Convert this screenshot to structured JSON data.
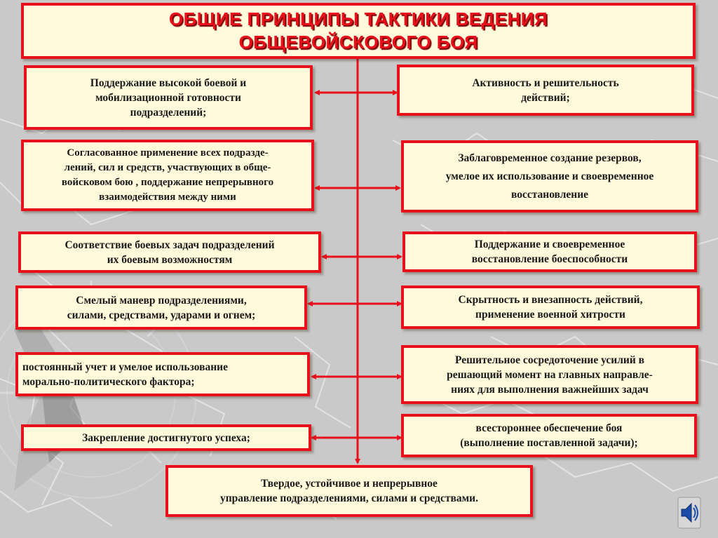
{
  "title": {
    "line1": "ОБЩИЕ ПРИНЦИПЫ  ТАКТИКИ  ВЕДЕНИЯ",
    "line2": "ОБЩЕВОЙСКОВОГО БОЯ"
  },
  "left_boxes": [
    "Поддержание высокой боевой и\nмобилизационной готовности\nподразделений;",
    "Согласованное применение всех подразде-\nлений, сил и средств, участвующих в обще-\nвойсковом бою , поддержание непрерывного\nвзаимодействия  между ними",
    "Соответствие боевых задач подразделений\nих боевым возможностям",
    "Смелый маневр подразделениями,\nсилами,  средствами, ударами и огнем;",
    "постоянный учет и умелое использование\nморально-политического фактора;",
    "Закрепление достигнутого успеха;"
  ],
  "right_boxes": [
    "Активность и  решительность\nдействий;",
    "Заблаговременное создание резервов,\nумелое их использование и своевременное\nвосстановление",
    "Поддержание и своевременное\nвосстановление  боеспособности",
    "Скрытность и внезапность действий,\nприменение военной хитрости",
    "Решительное сосредоточение усилий в\nрешающий  момент на главных  направле-\nниях  для  выполнения важнейших задач",
    "всестороннее обеспечение боя\n(выполнение поставленной задачи);"
  ],
  "bottom_box": "Твердое, устойчивое и непрерывное\nуправление подразделениями, силами и средствами.",
  "icons": {
    "speaker": "speaker-icon",
    "background": "compass-map-pattern"
  },
  "colors": {
    "accent": "#e8101a",
    "box_fill": "#fffadc",
    "background": "#c9c9c9"
  }
}
